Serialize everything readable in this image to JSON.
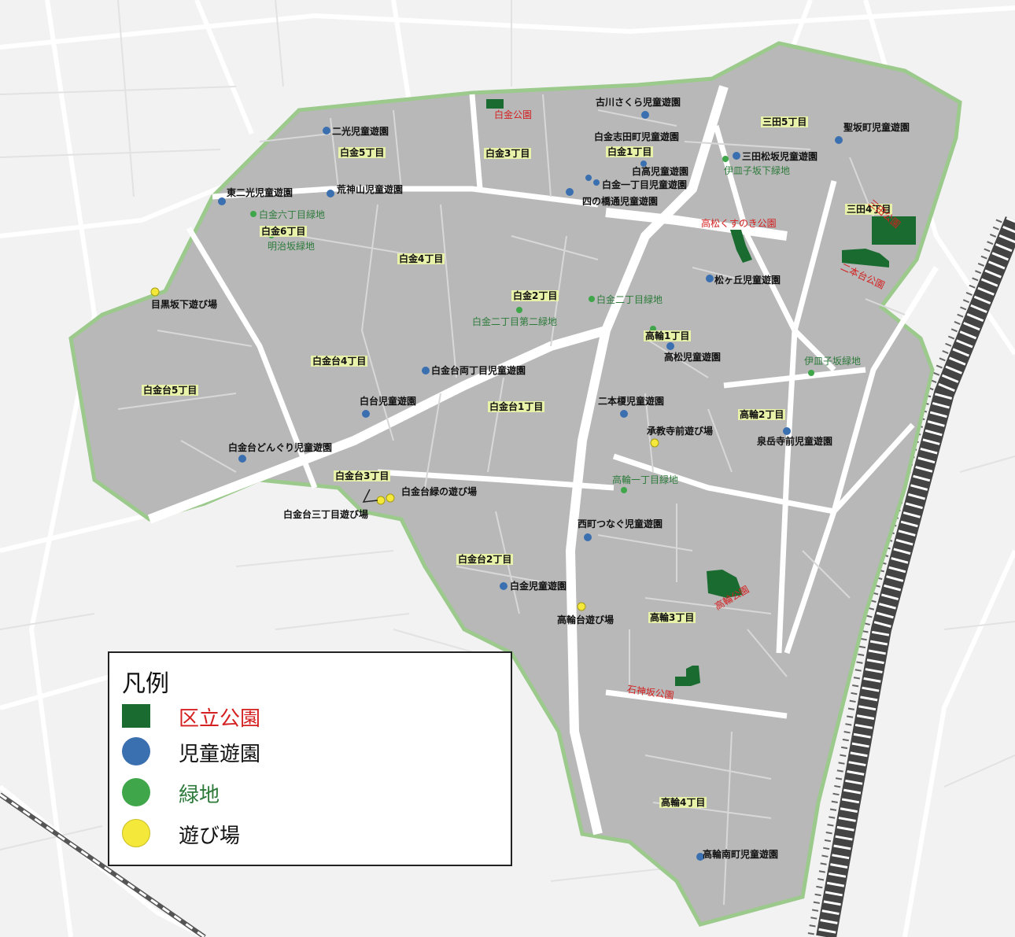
{
  "colors": {
    "park": "#1a6b30",
    "playground_child": "#3a6fb0",
    "green_space": "#3fa64a",
    "play_area": "#f4e83a",
    "district_fill": "#b8b8b8",
    "border": "#9cc98c",
    "district_label_bg": "#e8f2a8",
    "park_label": "#d42020",
    "green_label": "#2d7a3a"
  },
  "legend": {
    "title": "凡例",
    "items": [
      {
        "label": "区立公園",
        "color": "#1a6b30",
        "text_color": "#d42020",
        "shape": "square"
      },
      {
        "label": "児童遊園",
        "color": "#3a6fb0",
        "text_color": "#111111",
        "shape": "circle"
      },
      {
        "label": "緑地",
        "color": "#3fa64a",
        "text_color": "#2d7a3a",
        "shape": "circle"
      },
      {
        "label": "遊び場",
        "color": "#f4e83a",
        "text_color": "#111111",
        "shape": "circle"
      }
    ]
  },
  "labels": {
    "districts": {
      "shirokane5": "白金5丁目",
      "shirokane3": "白金3丁目",
      "shirokane1": "白金1丁目",
      "mita5": "三田5丁目",
      "mita4": "三田4丁目",
      "shirokane6": "白金6丁目",
      "shirokane4": "白金4丁目",
      "shirokane2": "白金2丁目",
      "takanawa1": "高輪1丁目",
      "shirokanedai4": "白金台4丁目",
      "shirokanedai5": "白金台5丁目",
      "shirokanedai1": "白金台1丁目",
      "takanawa2": "高輪2丁目",
      "shirokanedai3": "白金台3丁目",
      "shirokanedai2": "白金台2丁目",
      "takanawa3": "高輪3丁目",
      "takanawa4": "高輪4丁目"
    },
    "parks": {
      "shirokane_koen": "白金公園",
      "takamatsu_kusunoki": "高松くすのき公園",
      "mita_koen": "三田公園",
      "nishidai_koen": "二本台公園",
      "takanawa_koen": "高輪公園",
      "ishikami_koen": "石神坂公園"
    },
    "playgrounds": {
      "furukawa_sakura": "古川さくら児童遊園",
      "nikou": "二光児童遊園",
      "shirokane_suedomachi": "白金志田町児童遊園",
      "sarumachi": "聖坂町児童遊園",
      "mita_matsuzaka": "三田松坂児童遊園",
      "shirotaka": "白高児童遊園",
      "shirokane1_child": "白金一丁目児童遊園",
      "higashi_nikou": "東二光児童遊園",
      "kotohira": "荒神山児童遊園",
      "yotsu_bashi": "四の橋通児童遊園",
      "matsugaoka": "松ヶ丘児童遊園",
      "takamatsu": "高松児童遊園",
      "shirokanedai_ryo": "白金台両丁目児童遊園",
      "shirodai": "白台児童遊園",
      "nihon_enoki": "二本榎児童遊園",
      "senkakuji": "泉岳寺前児童遊園",
      "donguri": "白金台どんぐり児童遊園",
      "nishimachi_tsunagu": "西町つなぐ児童遊園",
      "shirokanedai_child": "白金児童遊園",
      "takanawa_minami": "高輪南町児童遊園"
    },
    "green": {
      "isarago": "伊皿子坂下緑地",
      "shirokane6_green": "白金六丁目緑地",
      "meiji": "明治坂緑地",
      "shirokane2_green": "白金二丁目緑地",
      "shirokane2_second": "白金二丁目第二緑地",
      "isaragozaka": "伊皿子坂緑地",
      "takanawa1_green": "高輪一丁目緑地"
    },
    "play_areas": {
      "meguro_shita": "目黒坂下遊び場",
      "shokyouji": "承教寺前遊び場",
      "shirokanedai_midori": "白金台緑の遊び場",
      "shirokanedai3_play": "白金台三丁目遊び場",
      "takanawadai": "高輪台遊び場"
    }
  }
}
